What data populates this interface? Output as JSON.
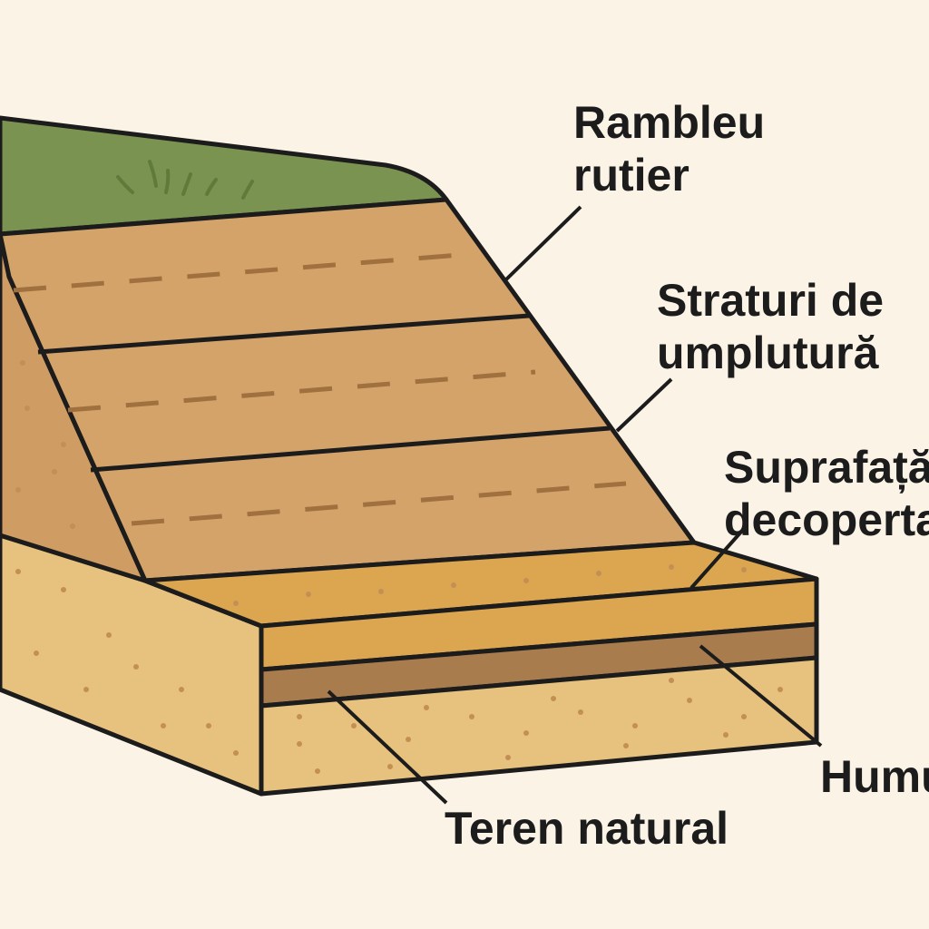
{
  "labels": {
    "embankment_line1": "Rambleu",
    "embankment_line2": "rutier",
    "fill_layers_line1": "Straturi de",
    "fill_layers_line2": "umplutură",
    "stripped_surface_line1": "Suprafață",
    "stripped_surface_line2": "decopertată",
    "topsoil": "Humus",
    "natural_ground": "Teren natural"
  },
  "colors": {
    "background": "#faf3e6",
    "grass": "#7a9350",
    "fill_soil": "#d4a36a",
    "fill_side": "#cf9d64",
    "natural_ground": "#e7c27e",
    "stripped_surface": "#dca650",
    "topsoil": "#a97c4e",
    "outline": "#1c1c1c",
    "dash": "#a0703e",
    "dots": "#c48f54"
  }
}
